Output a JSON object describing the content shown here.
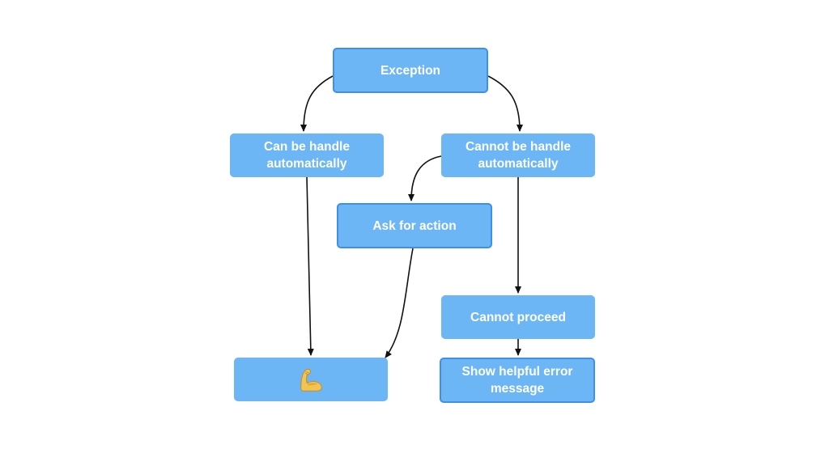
{
  "diagram": {
    "nodes": {
      "exception": "Exception",
      "can_handle": "Can be handle automatically",
      "cannot_handle": "Cannot be handle automatically",
      "ask_for_action": "Ask for action",
      "cannot_proceed": "Cannot proceed",
      "success": "",
      "show_error": "Show helpful error message"
    },
    "icons": {
      "success": "flexed-biceps-icon"
    },
    "edges": [
      {
        "from": "exception",
        "to": "can_handle"
      },
      {
        "from": "exception",
        "to": "cannot_handle"
      },
      {
        "from": "cannot_handle",
        "to": "ask_for_action"
      },
      {
        "from": "can_handle",
        "to": "success"
      },
      {
        "from": "ask_for_action",
        "to": "success"
      },
      {
        "from": "cannot_handle",
        "to": "cannot_proceed"
      },
      {
        "from": "cannot_proceed",
        "to": "show_error"
      }
    ],
    "colors": {
      "node_fill": "#6cb6f6",
      "node_border": "#3f8fe8",
      "node_text": "#ffffff",
      "edge": "#111111"
    }
  }
}
